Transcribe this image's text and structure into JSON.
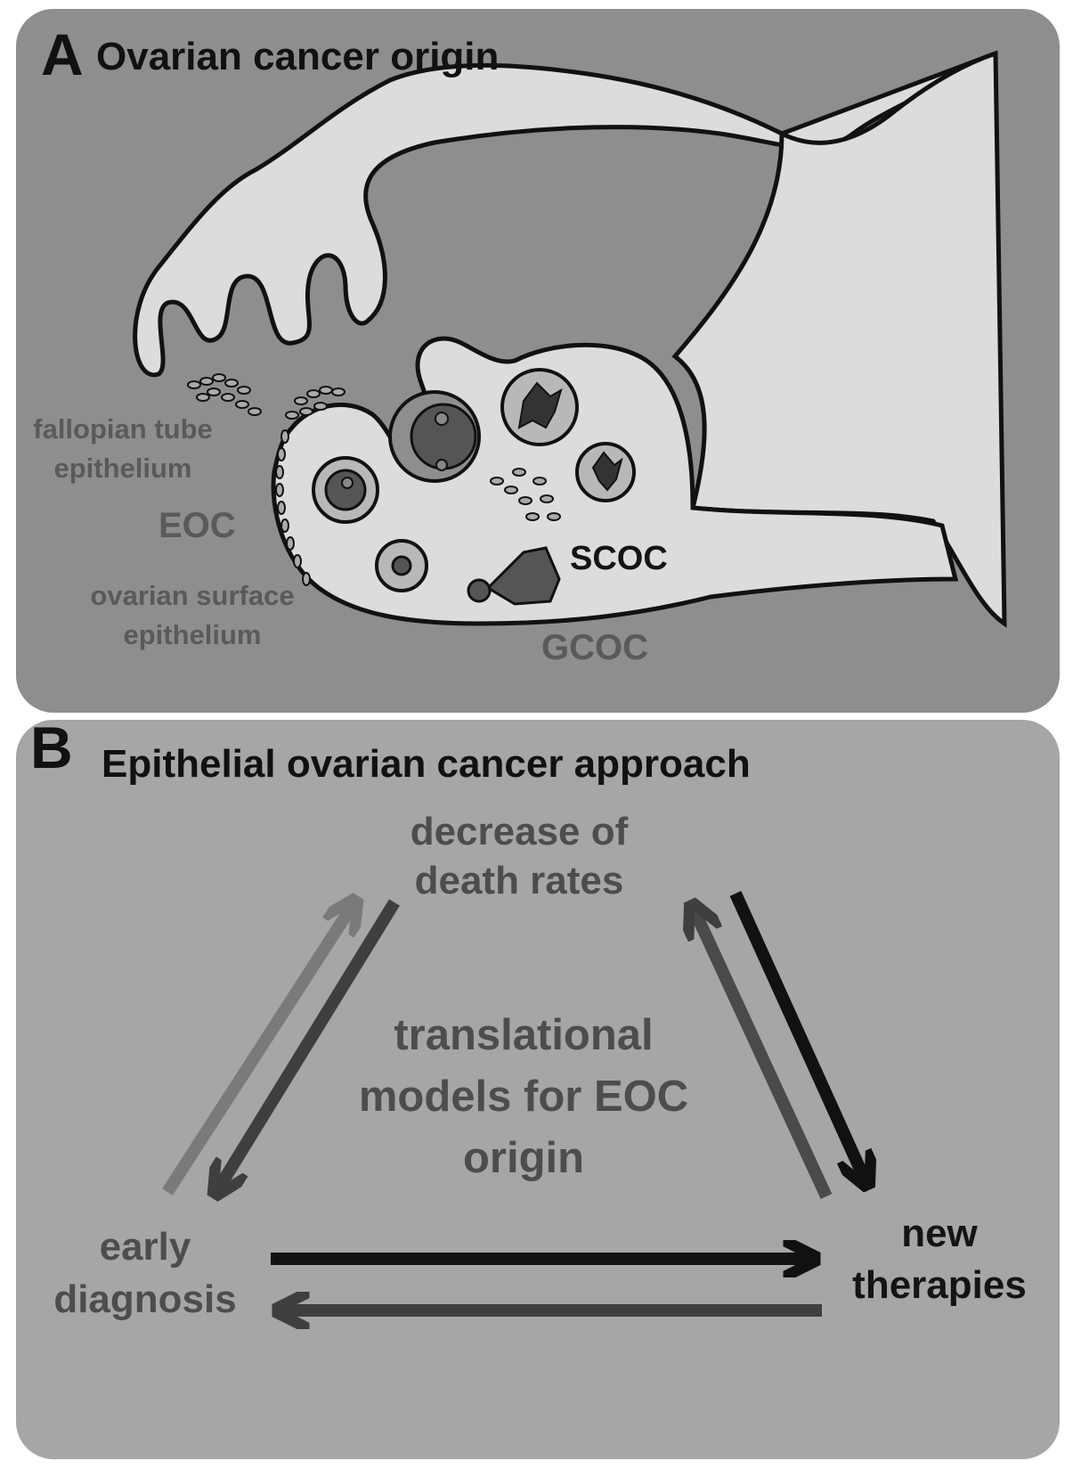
{
  "panel_a": {
    "letter": "A",
    "title": "Ovarian cancer origin",
    "labels": {
      "fallopian": "fallopian tube\nepithelium",
      "eoc": "EOC",
      "surface": "ovarian surface\nepithelium",
      "scoc": "SCOC",
      "gcoc": "GCOC"
    }
  },
  "panel_b": {
    "letter": "B",
    "title": "Epithelial ovarian cancer approach",
    "top": "decrease of\ndeath rates",
    "center": "translational\nmodels for EOC\norigin",
    "left": "early\ndiagnosis",
    "right": "new\ntherapies"
  },
  "colors": {
    "panel_a_bg": "#8e8e8e",
    "panel_b_bg": "#a6a6a6",
    "tissue": "#dcdcdc",
    "arrow_light": "#7a7a7a",
    "arrow_mid": "#3f3f3f",
    "arrow_dark": "#111111"
  }
}
